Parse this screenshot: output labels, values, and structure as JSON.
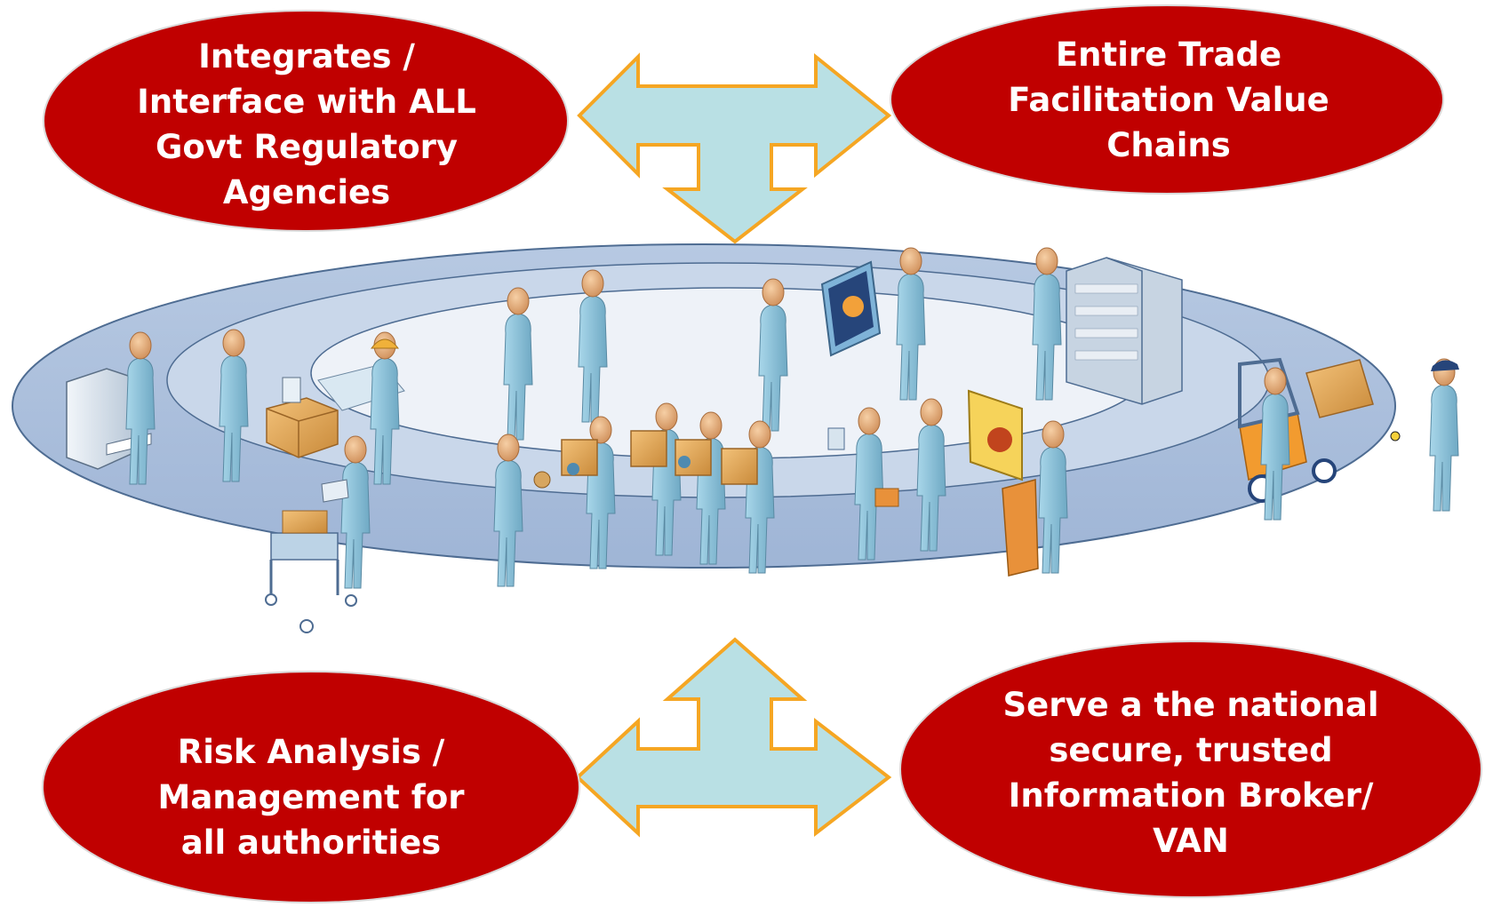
{
  "bubbles": {
    "top_left": {
      "lines": [
        "Integrates /",
        "Interface with ALL",
        "Govt Regulatory",
        "Agencies"
      ]
    },
    "top_right": {
      "lines": [
        "Entire Trade",
        "Facilitation Value",
        "Chains"
      ]
    },
    "bottom_left": {
      "lines": [
        "Risk Analysis /",
        "Management for",
        "all authorities"
      ]
    },
    "bottom_right": {
      "lines": [
        "Serve a the national",
        "secure, trusted",
        "Information Broker/",
        "VAN"
      ]
    }
  },
  "colors": {
    "bubble_fill": "#c00000",
    "arrow_fill": "#b9e0e4",
    "arrow_stroke": "#f5a623",
    "ring_outer": "#a9bedb",
    "ring_middle": "#c8d6ea",
    "ring_inner": "#eef2f8",
    "figure_body": "#8fc6dc",
    "figure_head": "#e9b487"
  },
  "icons": {
    "arrow_top": "three-way-arrow-icon",
    "arrow_bottom": "three-way-arrow-icon",
    "scene": "people-working-ring-illustration"
  }
}
